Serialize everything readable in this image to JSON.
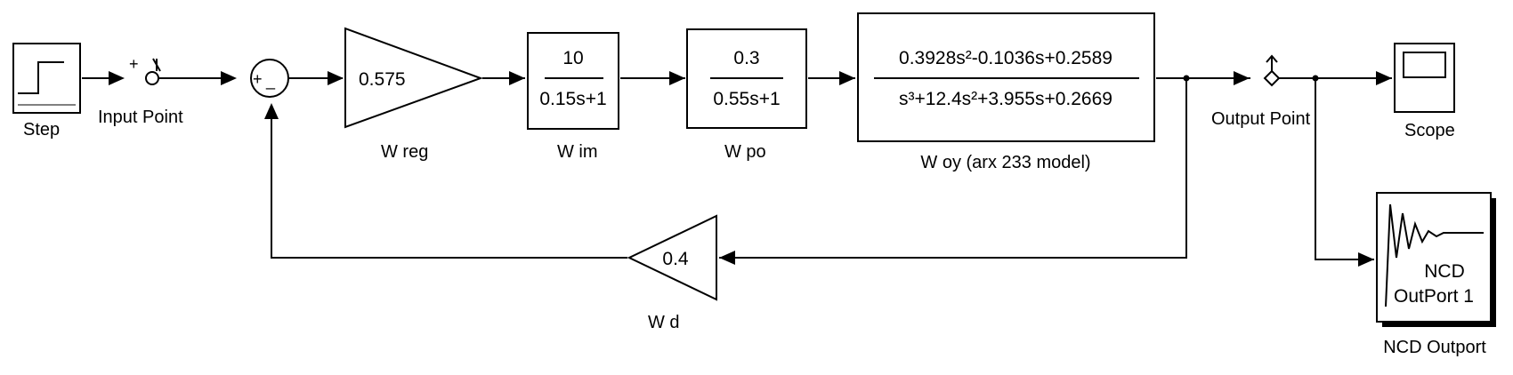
{
  "blocks": {
    "step": {
      "label": "Step"
    },
    "input_point": {
      "label": "Input Point",
      "sign": "+"
    },
    "sum": {
      "sign_plus": "+",
      "sign_minus": "_"
    },
    "w_reg": {
      "gain": "0.575",
      "label": "W reg"
    },
    "w_im": {
      "numerator": "10",
      "denominator": "0.15s+1",
      "label": "W im"
    },
    "w_po": {
      "numerator": "0.3",
      "denominator": "0.55s+1",
      "label": "W po"
    },
    "w_oy": {
      "numerator": "0.3928s²-0.1036s+0.2589",
      "denominator": "s³+12.4s²+3.955s+0.2669",
      "label": "W oy (arx 233 model)"
    },
    "output_point": {
      "label": "Output Point"
    },
    "scope": {
      "label": "Scope"
    },
    "ncd": {
      "line1": "NCD",
      "line2": "OutPort 1",
      "label": "NCD Outport"
    },
    "w_d": {
      "gain": "0.4",
      "label": "W d"
    }
  }
}
